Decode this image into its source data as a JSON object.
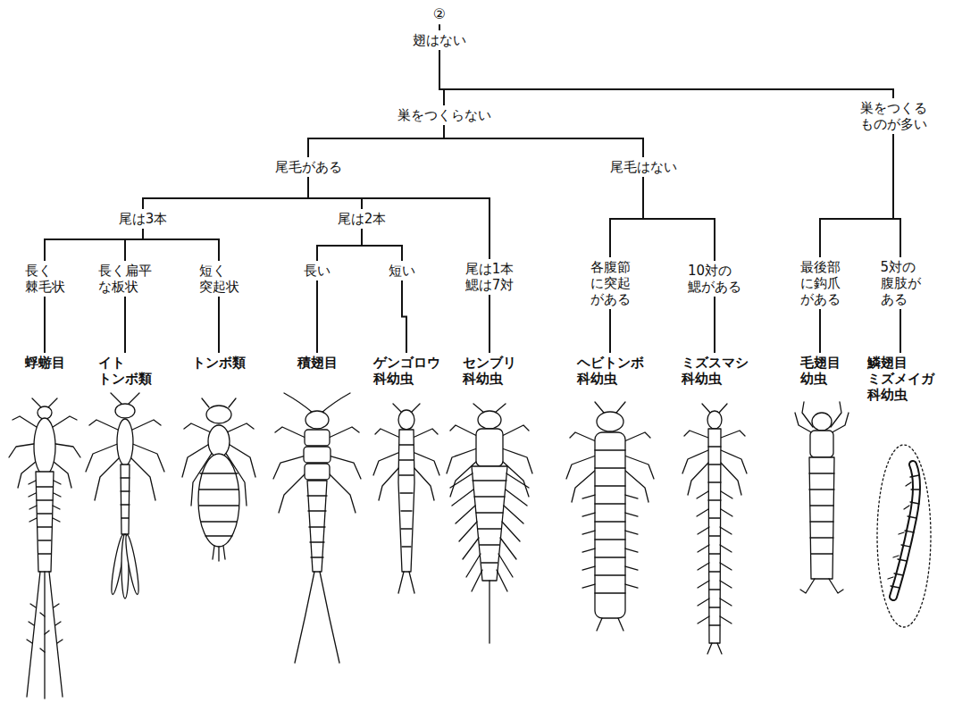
{
  "diagram": {
    "nodes": [
      {
        "text": [
          "②"
        ]
      },
      {
        "text": [
          "翅はない"
        ]
      },
      {
        "text": [
          "巣をつくらない"
        ]
      },
      {
        "text": [
          "巣をつくる ものが多い"
        ]
      },
      {
        "text": [
          "尾毛がある"
        ]
      },
      {
        "text": [
          "尾毛はない"
        ]
      },
      {
        "text": [
          "尾は3本"
        ]
      },
      {
        "text": [
          "尾は2本"
        ]
      },
      {
        "text": [
          "尾は1本 鰓は7対"
        ]
      },
      {
        "text": [
          "長く 棘毛状"
        ]
      },
      {
        "text": [
          "長く扁平 な板状"
        ]
      },
      {
        "text": [
          "短く 突起状"
        ]
      },
      {
        "text": [
          "長い"
        ]
      },
      {
        "text": [
          "短い"
        ]
      },
      {
        "text": [
          "各腹節 に突起 がある"
        ]
      },
      {
        "text": [
          "10対の 鰓がある"
        ]
      },
      {
        "text": [
          "最後部 に鈎爪 がある"
        ]
      },
      {
        "text": [
          "5対の 腹肢が ある"
        ]
      },
      {
        "text": [
          "蜉蝣目"
        ]
      },
      {
        "text": [
          "イト トンボ類"
        ]
      },
      {
        "text": [
          "トンボ類"
        ]
      },
      {
        "text": [
          "積翅目"
        ]
      },
      {
        "text": [
          "ゲンゴロウ 科幼虫"
        ]
      },
      {
        "text": [
          "センブリ 科幼虫"
        ]
      },
      {
        "text": [
          "ヘビトンボ 科幼虫"
        ]
      },
      {
        "text": [
          "ミズスマシ 科幼虫"
        ]
      },
      {
        "text": [
          "毛翅目 幼虫"
        ]
      },
      {
        "text": [
          "鱗翅目 ミズメイガ 科幼虫"
        ]
      }
    ],
    "edges": [
      {
        "from": 0,
        "to": 1,
        "arrow": "none"
      },
      {
        "from": 1,
        "to": 2,
        "arrow": "none"
      },
      {
        "from": 1,
        "to": 3,
        "arrow": "none"
      },
      {
        "from": 2,
        "to": 4,
        "arrow": "none"
      },
      {
        "from": 2,
        "to": 5,
        "arrow": "none"
      },
      {
        "from": 4,
        "to": 6,
        "arrow": "none"
      },
      {
        "from": 4,
        "to": 7,
        "arrow": "none"
      },
      {
        "from": 4,
        "to": 8,
        "arrow": "none"
      },
      {
        "from": 6,
        "to": 9,
        "arrow": "none"
      },
      {
        "from": 6,
        "to": 10,
        "arrow": "none"
      },
      {
        "from": 6,
        "to": 11,
        "arrow": "none"
      },
      {
        "from": 7,
        "to": 12,
        "arrow": "none"
      },
      {
        "from": 7,
        "to": 13,
        "arrow": "none"
      },
      {
        "from": 5,
        "to": 14,
        "arrow": "none"
      },
      {
        "from": 5,
        "to": 15,
        "arrow": "none"
      },
      {
        "from": 3,
        "to": 16,
        "arrow": "none"
      },
      {
        "from": 3,
        "to": 17,
        "arrow": "none"
      },
      {
        "from": 9,
        "to": 18,
        "arrow": "none"
      },
      {
        "from": 10,
        "to": 19,
        "arrow": "none"
      },
      {
        "from": 11,
        "to": 20,
        "arrow": "none"
      },
      {
        "from": 12,
        "to": 21,
        "arrow": "none"
      },
      {
        "from": 13,
        "to": 22,
        "arrow": "none"
      },
      {
        "from": 8,
        "to": 23,
        "arrow": "none"
      },
      {
        "from": 14,
        "to": 24,
        "arrow": "none"
      },
      {
        "from": 15,
        "to": 25,
        "arrow": "none"
      },
      {
        "from": 16,
        "to": 26,
        "arrow": "none"
      },
      {
        "from": 17,
        "to": 27,
        "arrow": "none"
      }
    ]
  }
}
